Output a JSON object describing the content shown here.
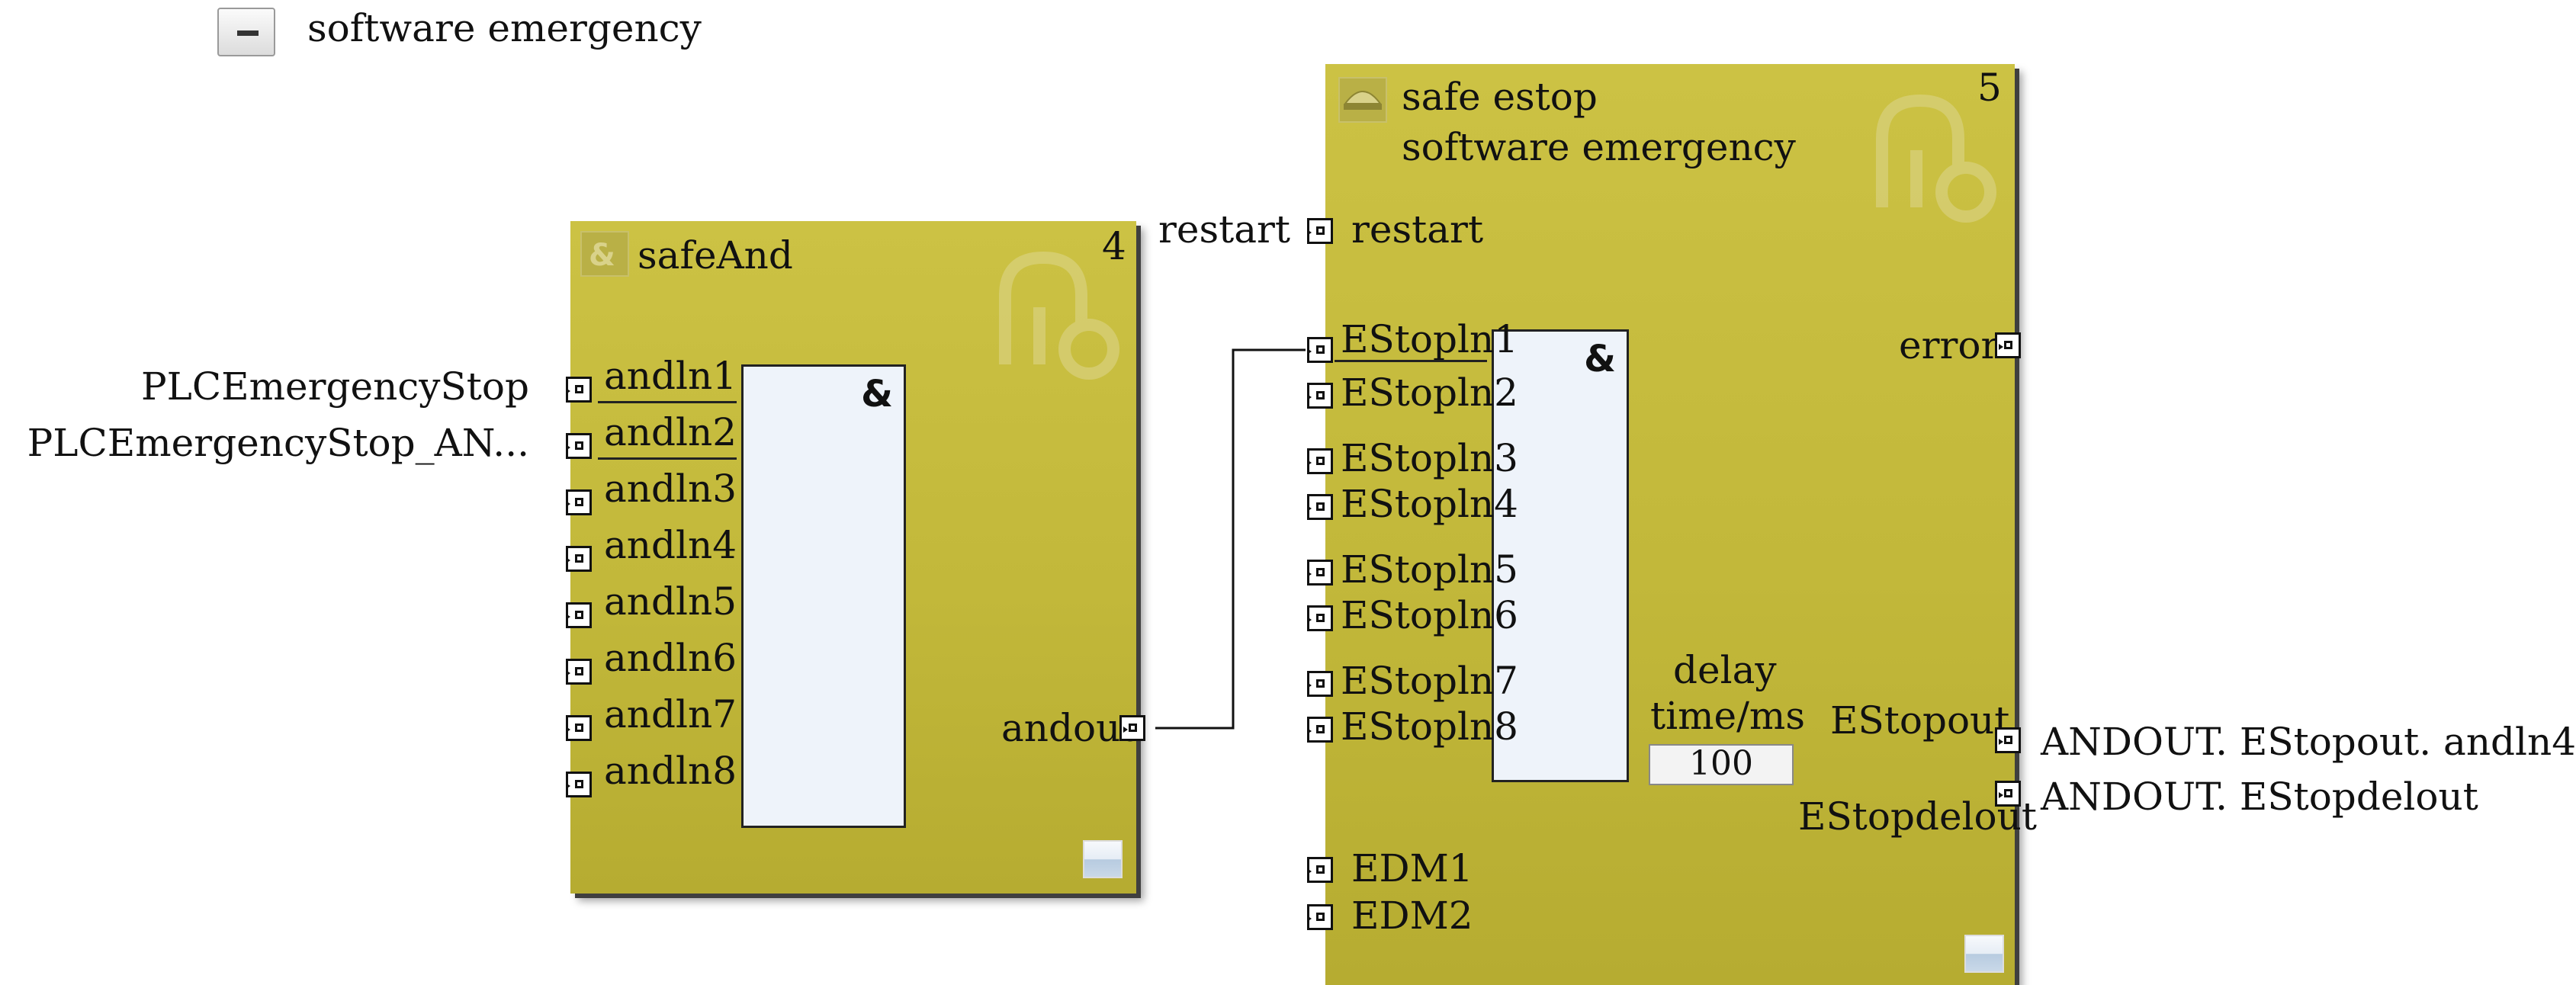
{
  "header": {
    "label": "software emergency"
  },
  "blocks": {
    "safe_and": {
      "title": "safeAnd",
      "number": "4",
      "gate_symbol": "&",
      "inputs": [
        "andln1",
        "andln2",
        "andln3",
        "andln4",
        "andln5",
        "andln6",
        "andln7",
        "andln8"
      ],
      "output": "andout",
      "external_inputs": [
        "PLCEmergencyStop",
        "PLCEmergencyStop_AN..."
      ]
    },
    "safe_estop": {
      "title": "safe estop",
      "subtitle": "software emergency",
      "number": "5",
      "gate_symbol": "&",
      "restart_external": "restart",
      "restart_label": "restart",
      "inputs": [
        "EStopln1",
        "EStopln2",
        "EStopln3",
        "EStopln4",
        "EStopln5",
        "EStopln6",
        "EStopln7",
        "EStopln8"
      ],
      "edm_inputs": [
        "EDM1",
        "EDM2"
      ],
      "error_label": "error",
      "delay_label_1": "delay",
      "delay_label_2": "time/ms",
      "delay_value": "100",
      "outputs": [
        "EStopout",
        "EStopdelout"
      ],
      "external_outputs": [
        "ANDOUT. EStopout. andln4",
        "ANDOUT. EStopdelout"
      ]
    }
  },
  "colors": {
    "block": "#c4ba3c",
    "gate_fill": "#eef3fa",
    "wire": "#111111"
  }
}
